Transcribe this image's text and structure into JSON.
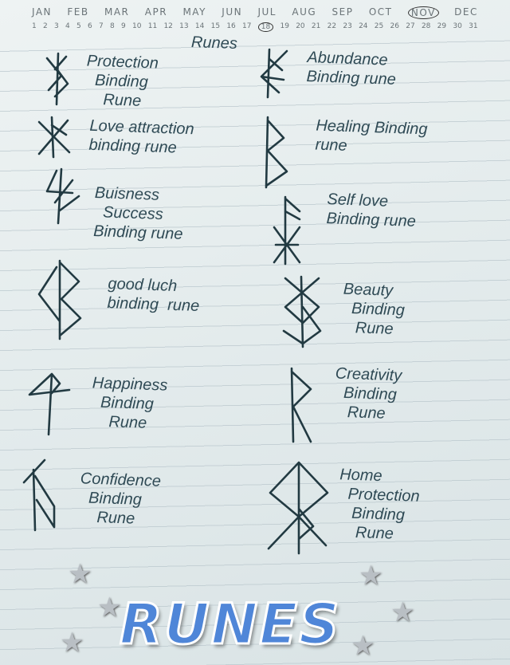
{
  "calendar": {
    "months": [
      "JAN",
      "FEB",
      "MAR",
      "APR",
      "MAY",
      "JUN",
      "JUL",
      "AUG",
      "SEP",
      "OCT",
      "NOV",
      "DEC"
    ],
    "circled_month": "NOV",
    "circled_day": "18",
    "days": [
      "1",
      "2",
      "3",
      "4",
      "5",
      "6",
      "7",
      "8",
      "9",
      "10",
      "11",
      "12",
      "13",
      "14",
      "15",
      "16",
      "17",
      "18",
      "19",
      "20",
      "21",
      "22",
      "23",
      "24",
      "25",
      "26",
      "27",
      "28",
      "29",
      "30",
      "31"
    ]
  },
  "title": "Runes",
  "runes": [
    {
      "lines": [
        "Protection",
        "  Binding",
        "    Rune"
      ]
    },
    {
      "lines": [
        "Abundance",
        "Binding rune"
      ]
    },
    {
      "lines": [
        "Love attraction",
        "binding rune"
      ]
    },
    {
      "lines": [
        "Healing Binding",
        "rune"
      ]
    },
    {
      "lines": [
        "Buisness",
        "  Success",
        "Binding rune"
      ]
    },
    {
      "lines": [
        "Self love",
        "Binding rune"
      ]
    },
    {
      "lines": [
        "good luch",
        "binding  rune"
      ]
    },
    {
      "lines": [
        "Beauty",
        "  Binding",
        "   Rune"
      ]
    },
    {
      "lines": [
        "Happiness",
        "  Binding",
        "    Rune"
      ]
    },
    {
      "lines": [
        "Creativity",
        "  Binding",
        "   Rune"
      ]
    },
    {
      "lines": [
        "Confidence",
        "  Binding",
        "    Rune"
      ]
    },
    {
      "lines": [
        "Home",
        "  Protection",
        "   Binding",
        "    Rune"
      ]
    }
  ],
  "sticker_text": "RUNES"
}
